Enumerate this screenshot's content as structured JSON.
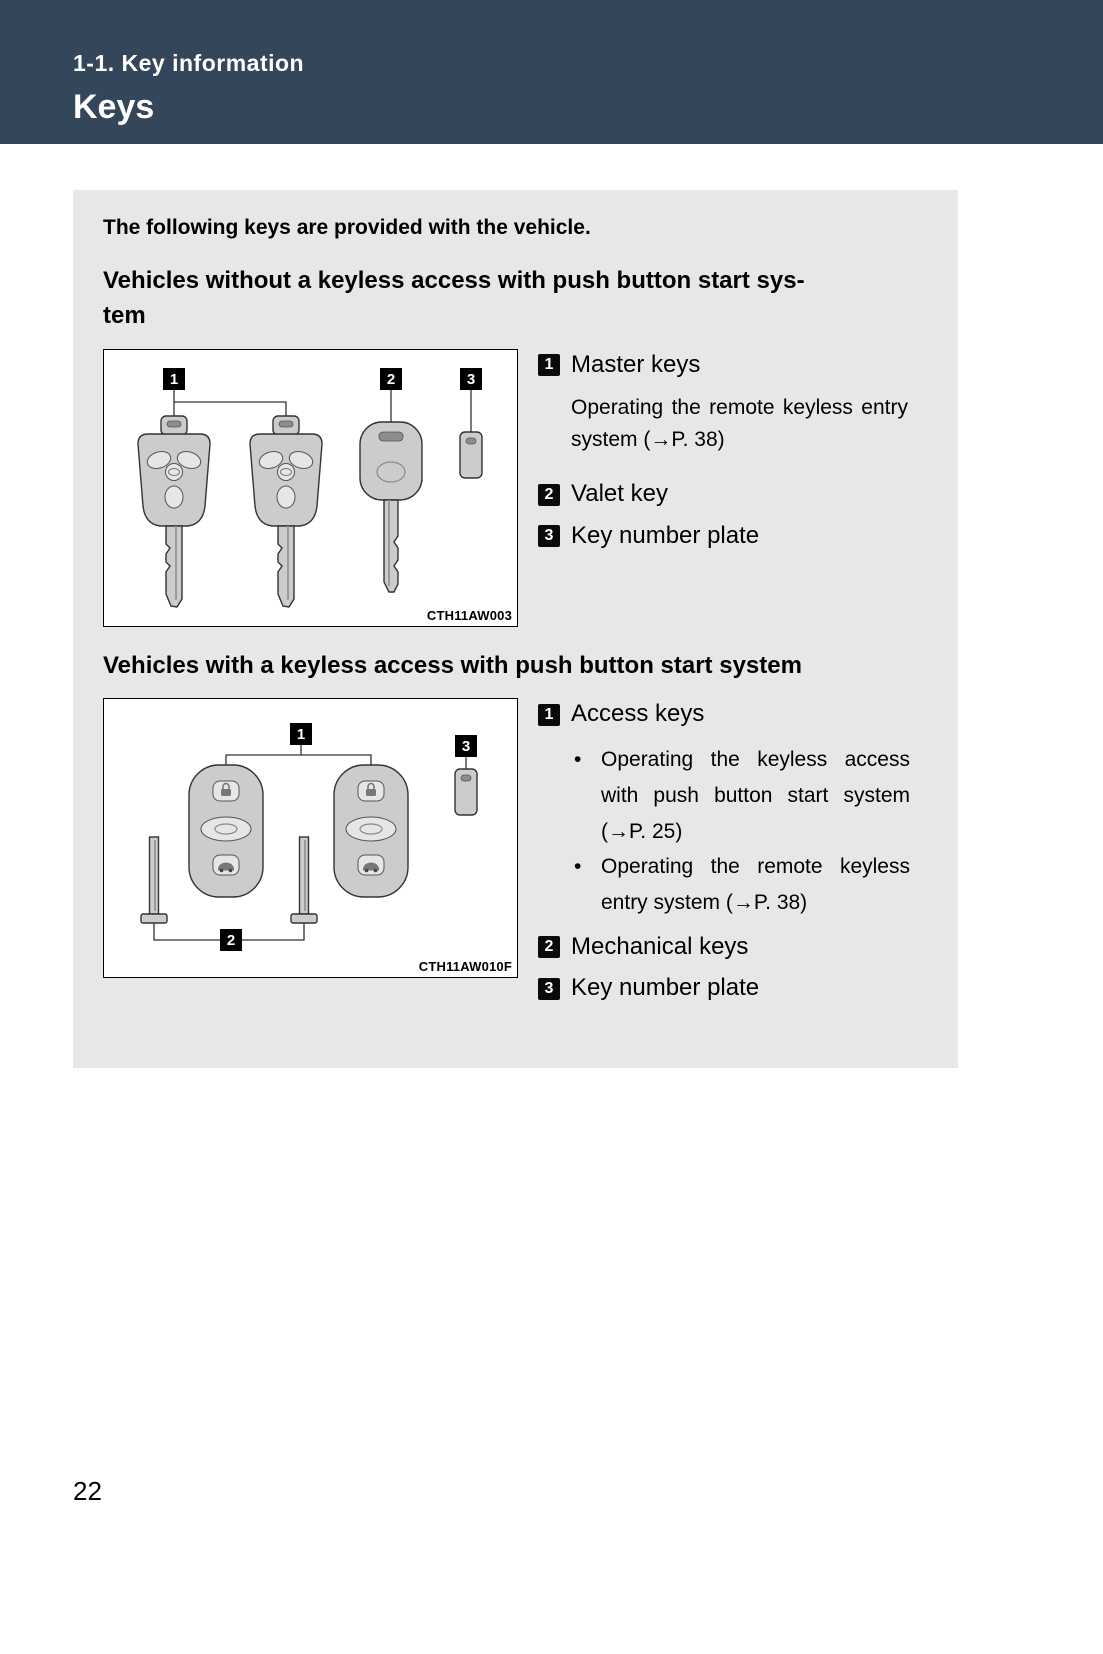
{
  "header": {
    "section": "1-1. Key information",
    "title": "Keys"
  },
  "intro": "The following keys are provided with the vehicle.",
  "section_without": {
    "heading": "Vehicles without a keyless access with push button start sys-\ntem",
    "figure_code": "CTH11AW003",
    "items": [
      {
        "num": "1",
        "label": "Master keys",
        "desc": "Operating the remote keyless entry system (→P. 38)"
      },
      {
        "num": "2",
        "label": "Valet key"
      },
      {
        "num": "3",
        "label": "Key number plate"
      }
    ]
  },
  "section_with": {
    "heading": "Vehicles with a keyless access with push button start system",
    "figure_code": "CTH11AW010F",
    "items": [
      {
        "num": "1",
        "label": "Access keys",
        "bullets": [
          "Operating the keyless access with push button start system (→P. 25)",
          "Operating the remote keyless entry system (→P. 38)"
        ]
      },
      {
        "num": "2",
        "label": "Mechanical keys"
      },
      {
        "num": "3",
        "label": "Key number plate"
      }
    ]
  },
  "page_number": "22",
  "colors": {
    "header_background": "#33465a",
    "panel_background": "#e7e7e7",
    "marker_background": "#000000"
  }
}
